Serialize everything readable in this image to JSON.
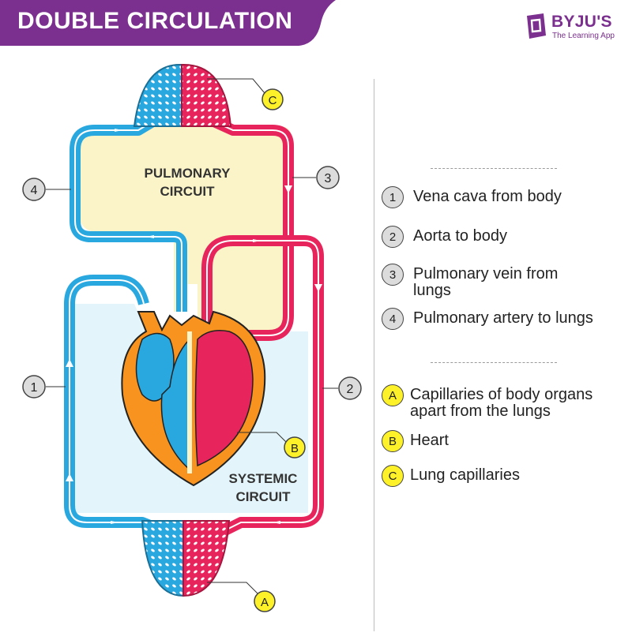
{
  "title": "DOUBLE CIRCULATION",
  "brand": {
    "name": "BYJU'S",
    "tagline": "The Learning App",
    "color": "#7b2f8e"
  },
  "colors": {
    "deoxygenated": "#29a8e0",
    "oxygenated": "#e8245c",
    "heart_outer": "#f7931e",
    "pulmonary_fill": "#fbf4c8",
    "systemic_fill": "#e3f5fa",
    "badge_yellow": "#fdf22a",
    "badge_grey": "#dcdcdc"
  },
  "diagram": {
    "pulmonary_label": [
      "PULMONARY",
      "CIRCUIT"
    ],
    "systemic_label": [
      "SYSTEMIC",
      "CIRCUIT"
    ],
    "callouts": {
      "n1": "1",
      "n2": "2",
      "n3": "3",
      "n4": "4",
      "a": "A",
      "b": "B",
      "c": "C"
    }
  },
  "legend": {
    "numbered": [
      {
        "badge": "1",
        "text": "Vena cava from body"
      },
      {
        "badge": "2",
        "text": "Aorta to body"
      },
      {
        "badge": "3",
        "text": "Pulmonary vein from lungs"
      },
      {
        "badge": "4",
        "text": "Pulmonary artery to lungs"
      }
    ],
    "lettered": [
      {
        "badge": "A",
        "text": "Capillaries of body organs apart from the lungs"
      },
      {
        "badge": "B",
        "text": "Heart"
      },
      {
        "badge": "C",
        "text": "Lung capillaries"
      }
    ]
  }
}
